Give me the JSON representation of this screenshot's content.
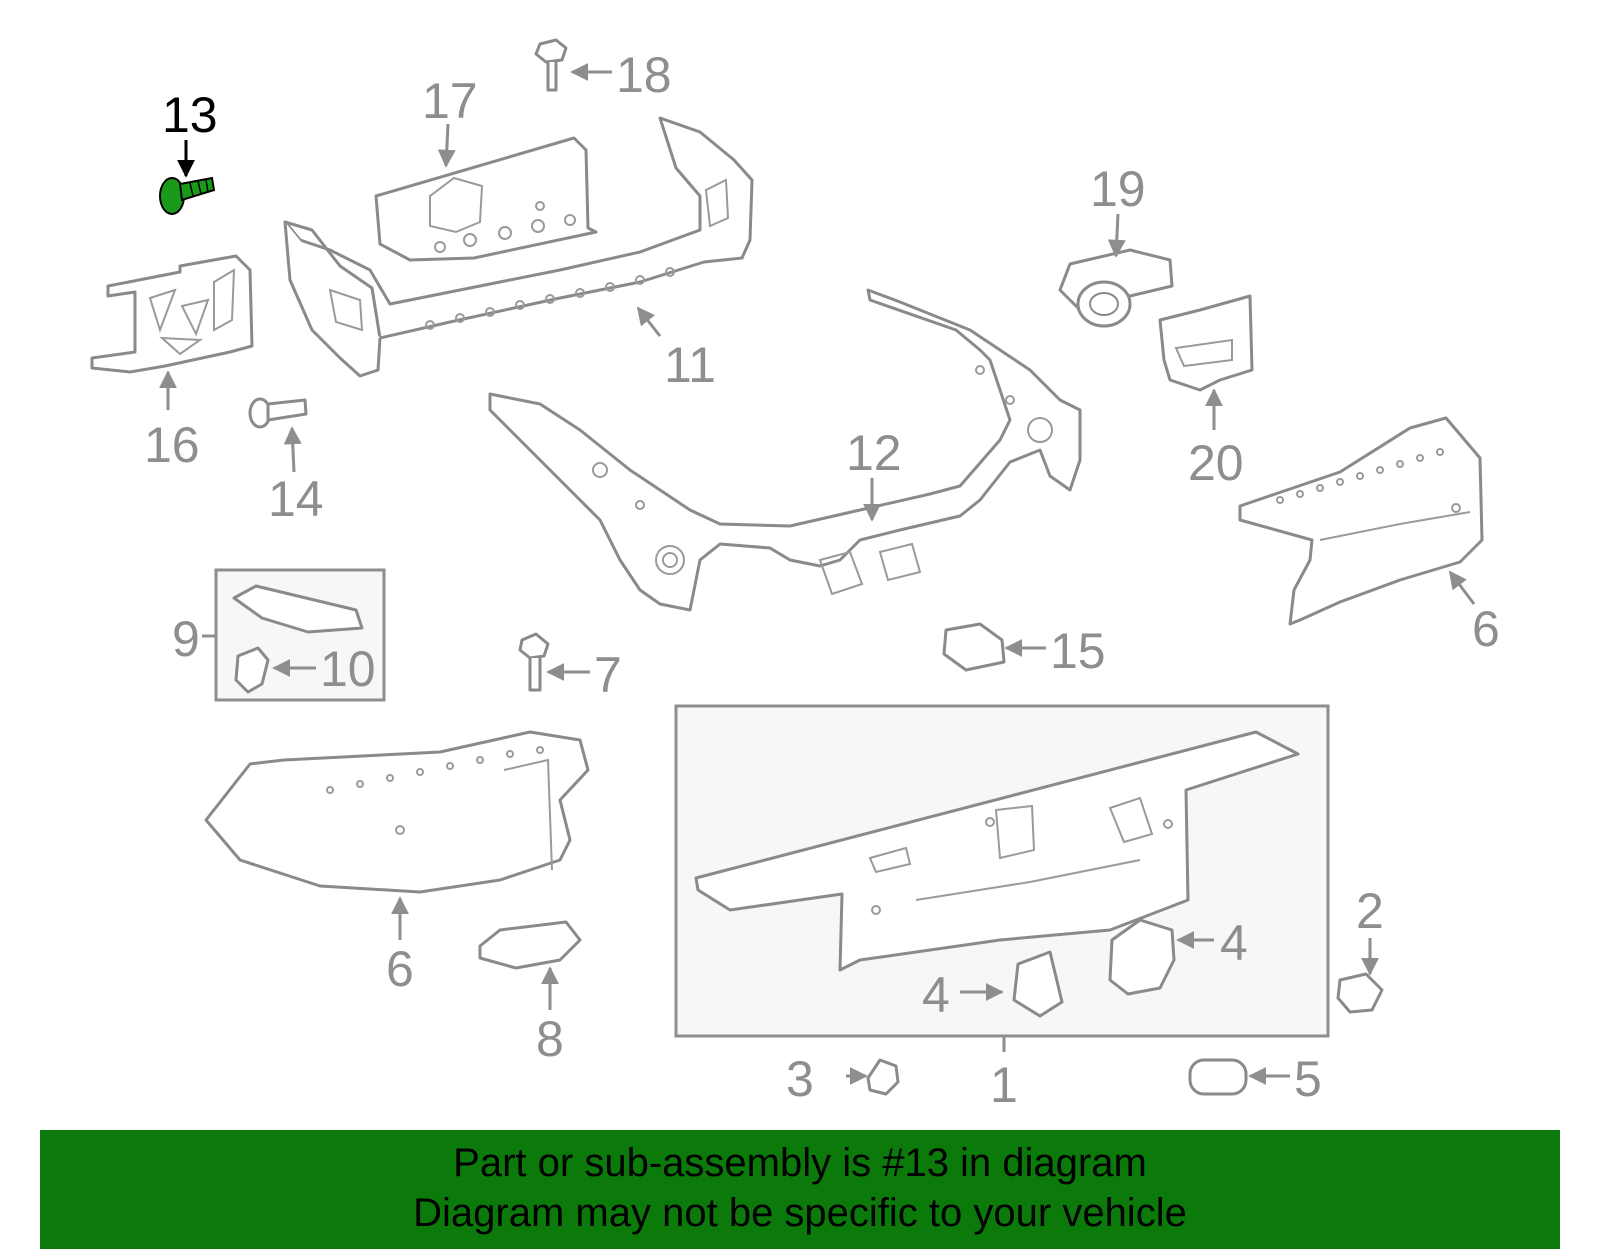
{
  "highlight_color": "#1a9a1a",
  "banner_color": "#0b7a0b",
  "banner": {
    "line1": "Part or sub-assembly is #13 in diagram",
    "line2": "Diagram may not be specific to your vehicle"
  },
  "callouts": {
    "c1": "1",
    "c2": "2",
    "c3": "3",
    "c4a": "4",
    "c4b": "4",
    "c5": "5",
    "c6a": "6",
    "c6b": "6",
    "c7": "7",
    "c8": "8",
    "c9": "9",
    "c10": "10",
    "c11": "11",
    "c12": "12",
    "c13": "13",
    "c14": "14",
    "c15": "15",
    "c16": "16",
    "c17": "17",
    "c18": "18",
    "c19": "19",
    "c20": "20"
  }
}
